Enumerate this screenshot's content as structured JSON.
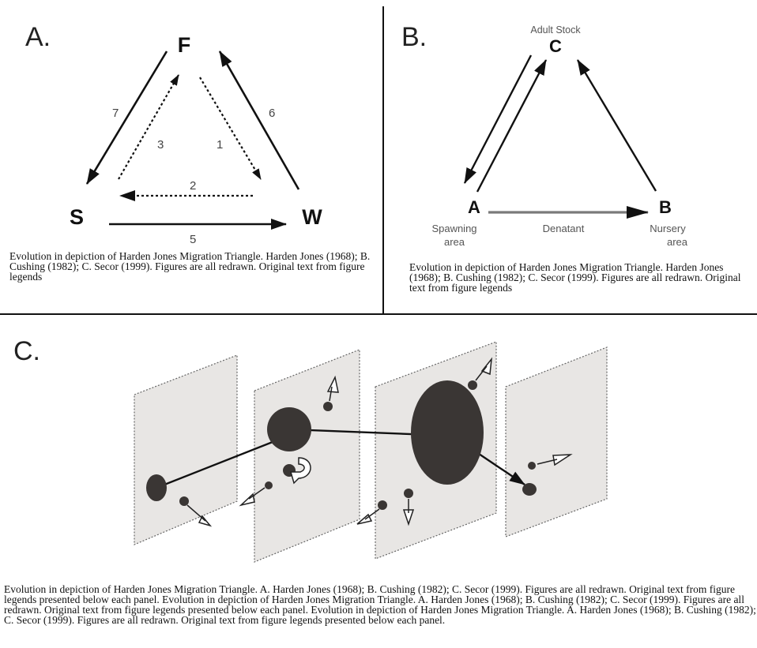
{
  "panel_a": {
    "letter": "A.",
    "nodes": {
      "top": "F",
      "left": "S",
      "right": "W"
    },
    "arrow_labels": [
      "7",
      "3",
      "1",
      "6",
      "2",
      "5"
    ],
    "legend": "Evolution in depiction of Harden Jones Migration Triangle. Harden Jones (1968); B. Cushing (1982); C. Secor (1999). Figures are all redrawn. Original text from figure legends"
  },
  "panel_b": {
    "letter": "B.",
    "top_caption": "Adult Stock",
    "nodes": {
      "top": "C",
      "left": "A",
      "right": "B"
    },
    "left_caption": [
      "Spawning",
      "area"
    ],
    "right_caption": [
      "Nursery",
      "area"
    ],
    "edge_caption": "Denatant",
    "legend": "Evolution in depiction of Harden Jones Migration Triangle. Harden Jones (1968); B. Cushing (1982); C. Secor (1999). Figures are all redrawn. Original text from figure legends"
  },
  "panel_c": {
    "letter": "C."
  },
  "bottom_legend": "Evolution in depiction of Harden Jones Migration Triangle. A. Harden Jones (1968); B. Cushing (1982); C. Secor (1999). Figures are all redrawn. Original text from figure legends presented below each panel. Evolution in depiction of Harden Jones Migration Triangle. A. Harden Jones (1968); B. Cushing (1982); C. Secor (1999). Figures are all redrawn. Original text from figure legends presented below each panel. Evolution in depiction of Harden Jones Migration Triangle. A. Harden Jones (1968); B. Cushing (1982); C. Secor (1999). Figures are all redrawn. Original text from figure legends presented below each panel.",
  "colors": {
    "ink": "#111111",
    "plane_fill": "#e8e6e4",
    "blob": "#3a3634",
    "edge_grey": "#6b6b6b"
  }
}
